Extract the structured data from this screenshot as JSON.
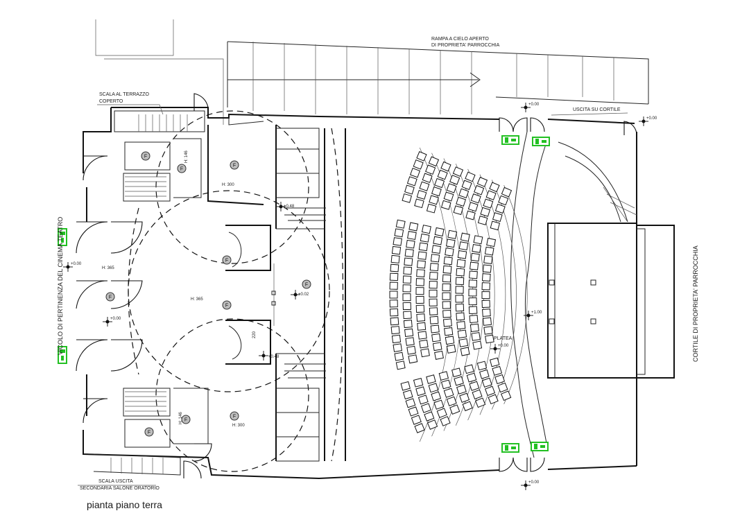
{
  "labels": {
    "ramp_line1": "RAMPA A CIELO APERTO",
    "ramp_line2": "DI PROPRIETA' PARROCCHIA",
    "terrace_line1": "SCALA AL TERRAZZO",
    "terrace_line2": "COPERTO",
    "exit_courtyard": "USCITA SU CORTILE",
    "exit_stair_line1": "SCALA USCITA",
    "exit_stair_line2": "SECONDARIA SALONE ORATORIO",
    "left_vertical": "VICOLO DI PERTINENZA DEL CINEMA TEATRO",
    "right_vertical": "CORTILE DI PROPRIETA' PARROCCHIA",
    "plan_title": "pianta piano terra",
    "platea": "PLATEA"
  },
  "levels": {
    "top_exit": "+0.00",
    "right_exit": "+0.00",
    "bottom_exit": "+0.00",
    "stage": "+1.00",
    "platea": "+0.00",
    "left_mid": "+0.00",
    "left_lower": "+0.00",
    "foyer": "+0.02",
    "ramp_upper": "+0.48",
    "ramp_lower": "+0.48"
  },
  "heights": {
    "upper_room": "H: 300",
    "lower_room": "H: 300",
    "foyer": "H: 365",
    "left_bay": "H: 365",
    "stair_upper": "H: 146",
    "stair_lower": "H: 146",
    "ramp_width": "220"
  },
  "fire_extinguisher_symbol": "F",
  "icons": [
    "exit-sign-icon",
    "fire-extinguisher-icon",
    "level-marker-icon",
    "door-swing-icon"
  ],
  "colors": {
    "exit_sign": "#22c022",
    "lines": "#111111",
    "extinguisher": "#bdbdbd"
  }
}
